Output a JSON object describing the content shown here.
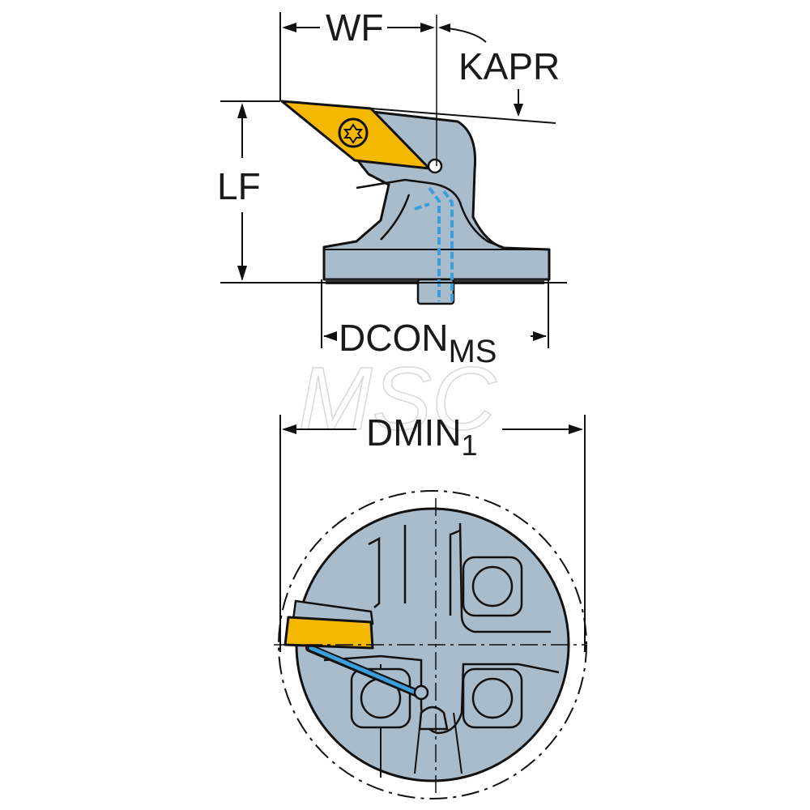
{
  "labels": {
    "wf": "WF",
    "kapr": "KAPR",
    "lf": "LF",
    "dcon": "DCON",
    "dcon_sub": "MS",
    "dmin": "DMIN",
    "dmin_sub": "1"
  },
  "watermark": "MSC",
  "colors": {
    "body": "#a9bccb",
    "outline": "#111111",
    "insert": "#f5b800",
    "coolant": "#3aa0dc",
    "dimension": "#1a1a1a"
  }
}
